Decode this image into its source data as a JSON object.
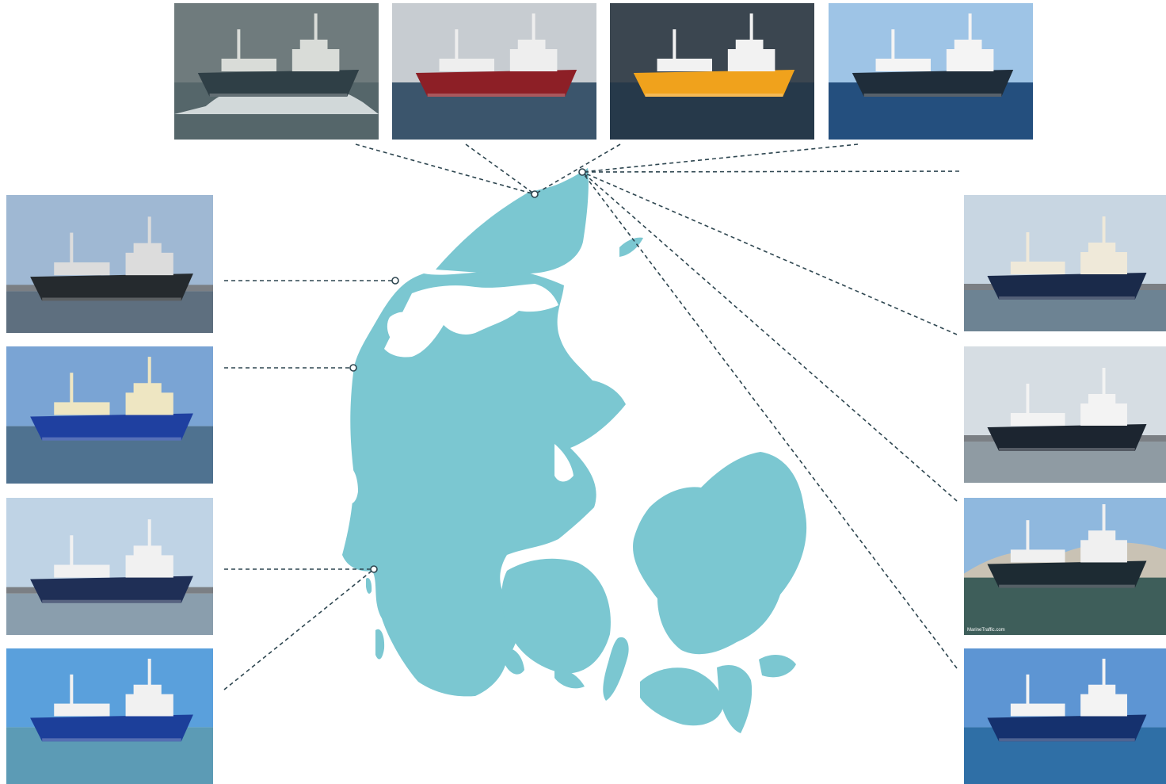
{
  "colors": {
    "map_fill": "#7bc7d1",
    "connector": "#2e4650",
    "marker_fill": "#ffffff",
    "marker_stroke": "#2e4650"
  },
  "markers": [
    {
      "id": "skagen-west",
      "icon": "port-marker-icon"
    },
    {
      "id": "skagen-east",
      "icon": "port-marker-icon"
    },
    {
      "id": "hanstholm",
      "icon": "port-marker-icon"
    },
    {
      "id": "thyboron",
      "icon": "port-marker-icon"
    },
    {
      "id": "esbjerg",
      "icon": "port-marker-icon"
    }
  ],
  "photos": [
    {
      "id": "top-1",
      "scene": "storm",
      "sky": "#6f7b7d",
      "sea": "#55666a",
      "hull": "#2f3f46",
      "deck": "#d9dcd8",
      "caption": ""
    },
    {
      "id": "top-2",
      "scene": "calm",
      "sky": "#c7ccd1",
      "sea": "#3b556c",
      "hull": "#8d1f26",
      "deck": "#eeeeee",
      "caption": ""
    },
    {
      "id": "top-3",
      "scene": "calm",
      "sky": "#3b4650",
      "sea": "#26394a",
      "hull": "#f0a21c",
      "deck": "#f2f2f2",
      "caption": ""
    },
    {
      "id": "top-4",
      "scene": "calm",
      "sky": "#9ec4e6",
      "sea": "#244f7e",
      "hull": "#1f2d3a",
      "deck": "#f4f4f4",
      "caption": ""
    },
    {
      "id": "left-1",
      "scene": "harbor",
      "sky": "#9fb8d3",
      "sea": "#5e6f7f",
      "hull": "#252a2e",
      "deck": "#dcdcdc",
      "caption": ""
    },
    {
      "id": "left-2",
      "scene": "calm",
      "sky": "#7aa4d4",
      "sea": "#4f7290",
      "hull": "#1f40a0",
      "deck": "#eee6c2",
      "caption": ""
    },
    {
      "id": "left-3",
      "scene": "harbor",
      "sky": "#bfd3e5",
      "sea": "#8a9ead",
      "hull": "#1f2f56",
      "deck": "#f1f1f1",
      "caption": ""
    },
    {
      "id": "left-4",
      "scene": "calm",
      "sky": "#5aa0dc",
      "sea": "#5c9bb5",
      "hull": "#1c3f9a",
      "deck": "#f1f1f1",
      "caption": ""
    },
    {
      "id": "right-1",
      "scene": "harbor",
      "sky": "#c8d6e2",
      "sea": "#6d8393",
      "hull": "#1a2a4a",
      "deck": "#efe9d9",
      "caption": ""
    },
    {
      "id": "right-2",
      "scene": "harbor",
      "sky": "#d6dde3",
      "sea": "#8f9ba3",
      "hull": "#1c2530",
      "deck": "#f3f3f3",
      "caption": ""
    },
    {
      "id": "right-3",
      "scene": "hills",
      "sky": "#8fb8de",
      "sea": "#3e5e5a",
      "hull": "#1d2b33",
      "deck": "#f0f0f0",
      "caption": "MarineTraffic.com"
    },
    {
      "id": "right-4",
      "scene": "calm",
      "sky": "#5d95d3",
      "sea": "#2f6fa6",
      "hull": "#15316e",
      "deck": "#f3f3f3",
      "caption": ""
    }
  ]
}
